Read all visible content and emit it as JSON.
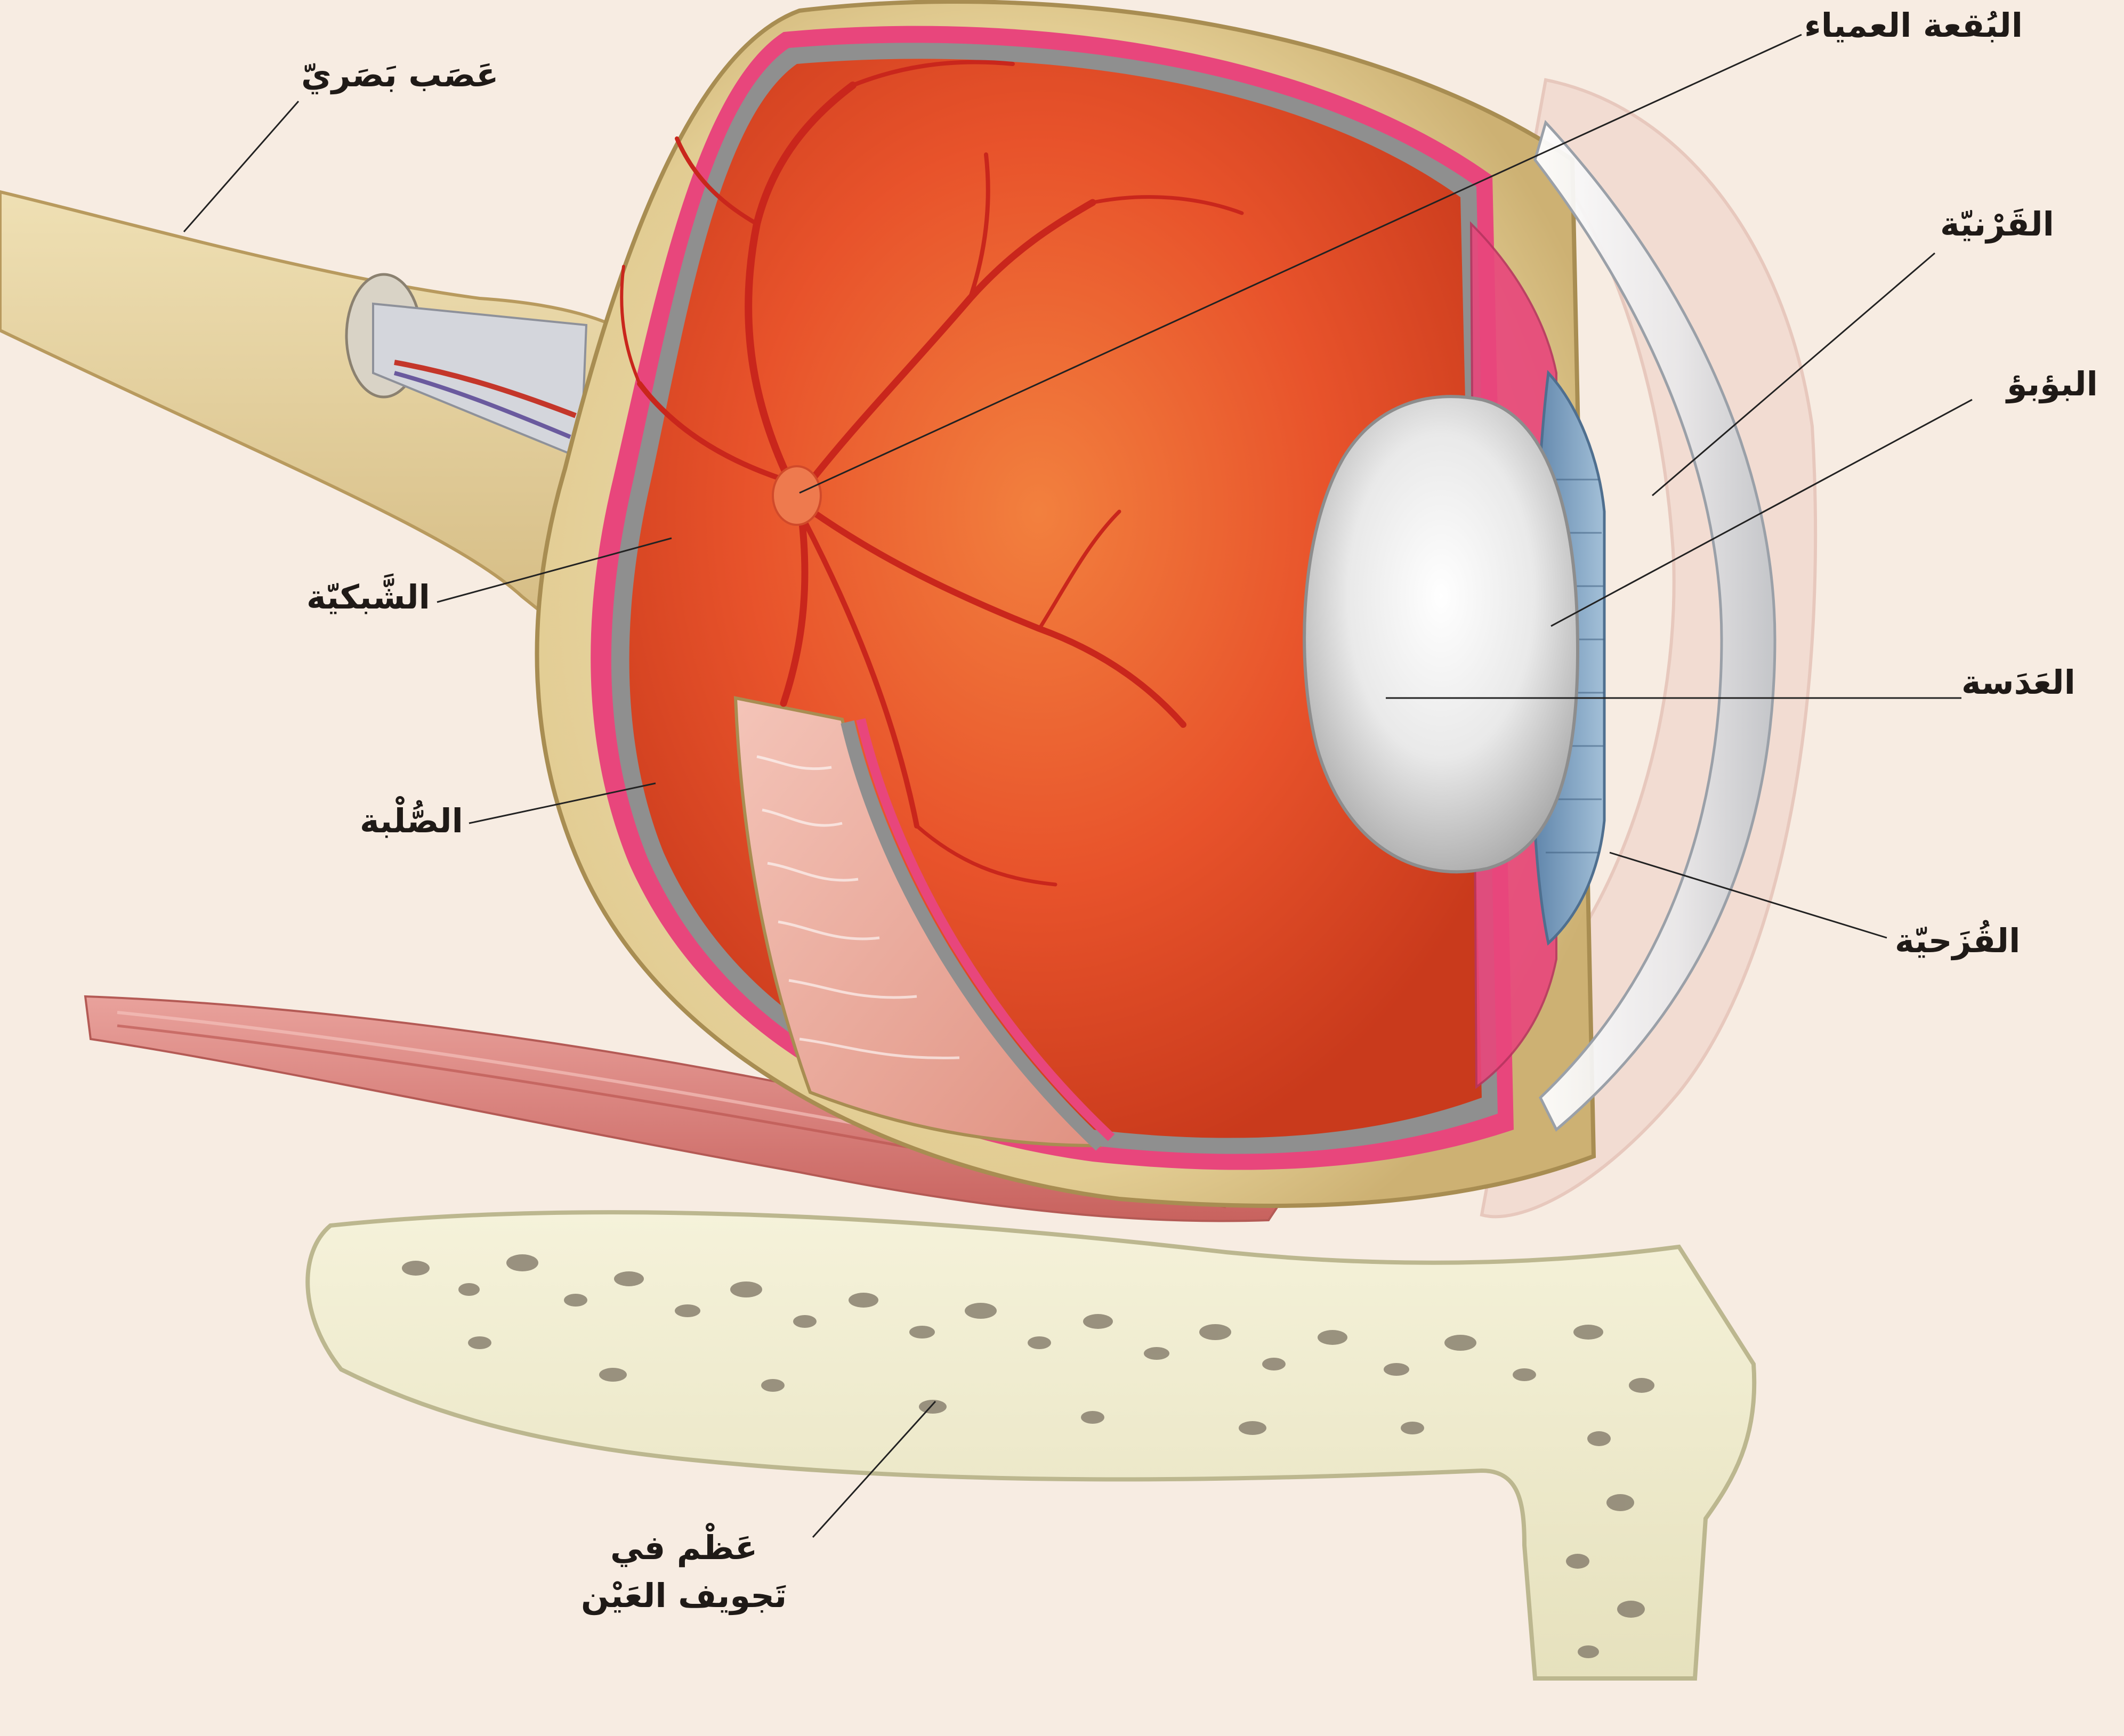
{
  "labels": {
    "optic_nerve": "عَصَب بَصَريّ",
    "blind_spot": "البُقعة العمياء",
    "cornea": "القَرْنيّة",
    "pupil": "البؤبؤ",
    "lens": "العَدَسة",
    "iris": "القُزَحيّة",
    "retina": "الشَّبكيّة",
    "sclera": "الصُّلْبة",
    "orbit_bone_line1": "عَظْم في",
    "orbit_bone_line2": "تَجويف العَيْن"
  },
  "colors": {
    "background": "#f7ece2",
    "eyeball_interior": "#e8512a",
    "sclera": "#e6d4a0",
    "retina_layer": "#e8467c",
    "blood_vessels": "#c9261c",
    "lens": "#f2f2f2",
    "iris": "#7ea3c4",
    "bone": "#eeeacb",
    "bone_cavities": "#8a8170",
    "muscle": "#d47a76",
    "leader_lines": "#222222",
    "label_text": "#1f1a17"
  }
}
